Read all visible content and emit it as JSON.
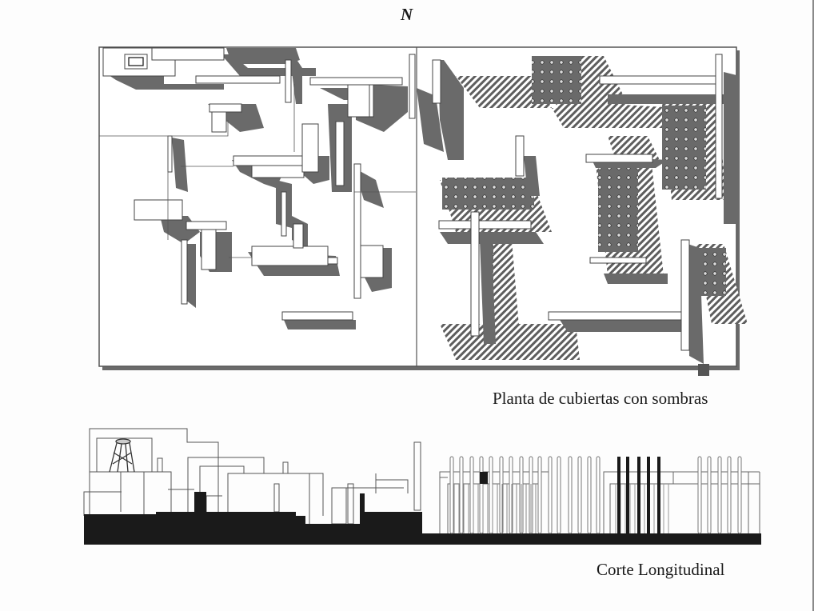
{
  "north_label": "N",
  "plan": {
    "caption": "Planta de cubiertas con sombras"
  },
  "section": {
    "caption": "Corte Longitudinal"
  },
  "colors": {
    "background": "#fdfdfd",
    "shadow": "#6a6a6a",
    "line": "#333333",
    "solid": "#1a1a1a"
  }
}
